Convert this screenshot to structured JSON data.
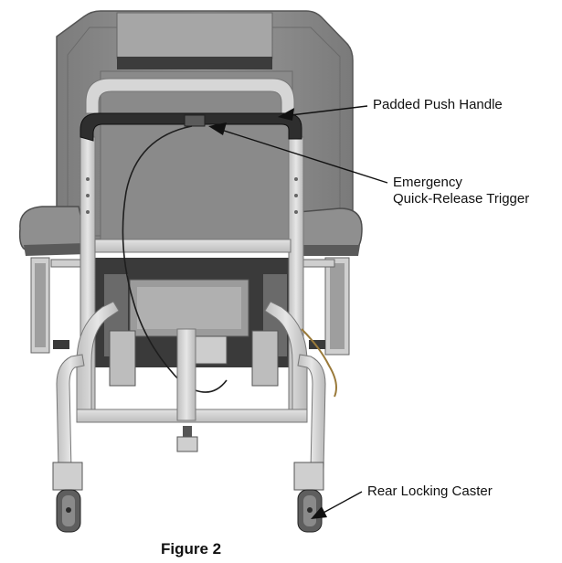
{
  "figure": {
    "caption": "Figure 2"
  },
  "callouts": {
    "push_handle": "Padded Push Handle",
    "trigger_line1": "Emergency",
    "trigger_line2": "Quick-Release Trigger",
    "caster": "Rear Locking Caster"
  },
  "colors": {
    "upholstery": "#8d8d8d",
    "frame": "#d4d4d4",
    "dark_parts": "#3a3a3a",
    "text": "#111111"
  }
}
